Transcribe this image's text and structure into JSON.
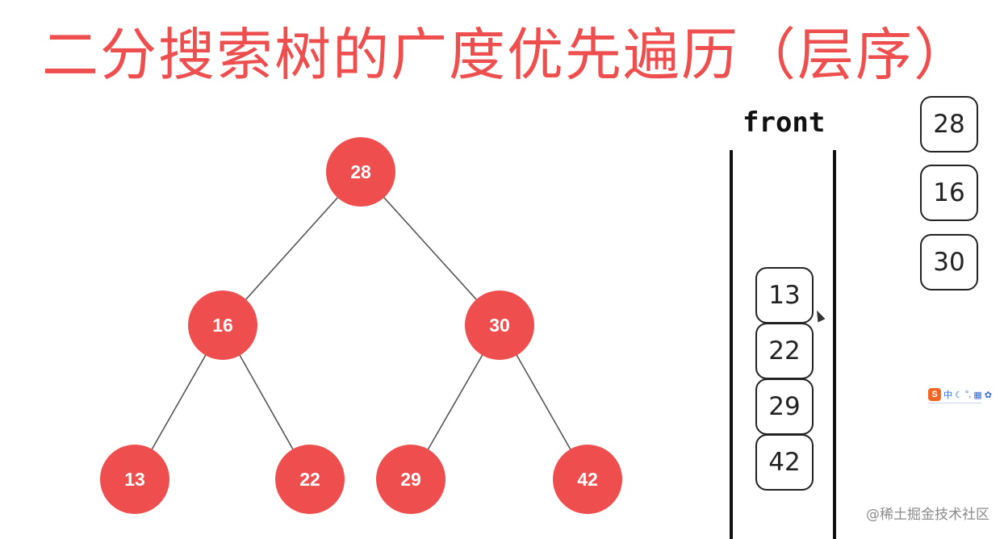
{
  "title": "二分搜索树的广度优先遍历（层序）",
  "colors": {
    "title": "#ee4e4e",
    "node_fill": "#ee4e4e",
    "node_text": "#ffffff",
    "edge": "#555555",
    "box_border": "#222222"
  },
  "tree": {
    "nodes": [
      {
        "id": "n28",
        "label": "28"
      },
      {
        "id": "n16",
        "label": "16"
      },
      {
        "id": "n30",
        "label": "30"
      },
      {
        "id": "n13",
        "label": "13"
      },
      {
        "id": "n22",
        "label": "22"
      },
      {
        "id": "n29",
        "label": "29"
      },
      {
        "id": "n42",
        "label": "42"
      }
    ],
    "edges": [
      {
        "from": "n28",
        "to": "n16"
      },
      {
        "from": "n28",
        "to": "n30"
      },
      {
        "from": "n16",
        "to": "n13"
      },
      {
        "from": "n16",
        "to": "n22"
      },
      {
        "from": "n30",
        "to": "n29"
      },
      {
        "from": "n30",
        "to": "n42"
      }
    ]
  },
  "queue": {
    "label": "front",
    "items": [
      "13",
      "22",
      "29",
      "42"
    ]
  },
  "visited": {
    "items": [
      "28",
      "16",
      "30"
    ]
  },
  "ime_toolbar": {
    "logo": "S",
    "mode": "中",
    "icons": [
      "moon-icon",
      "punctuation-icon",
      "keyboard-icon",
      "skin-icon"
    ]
  },
  "watermark": "@稀土掘金技术社区"
}
